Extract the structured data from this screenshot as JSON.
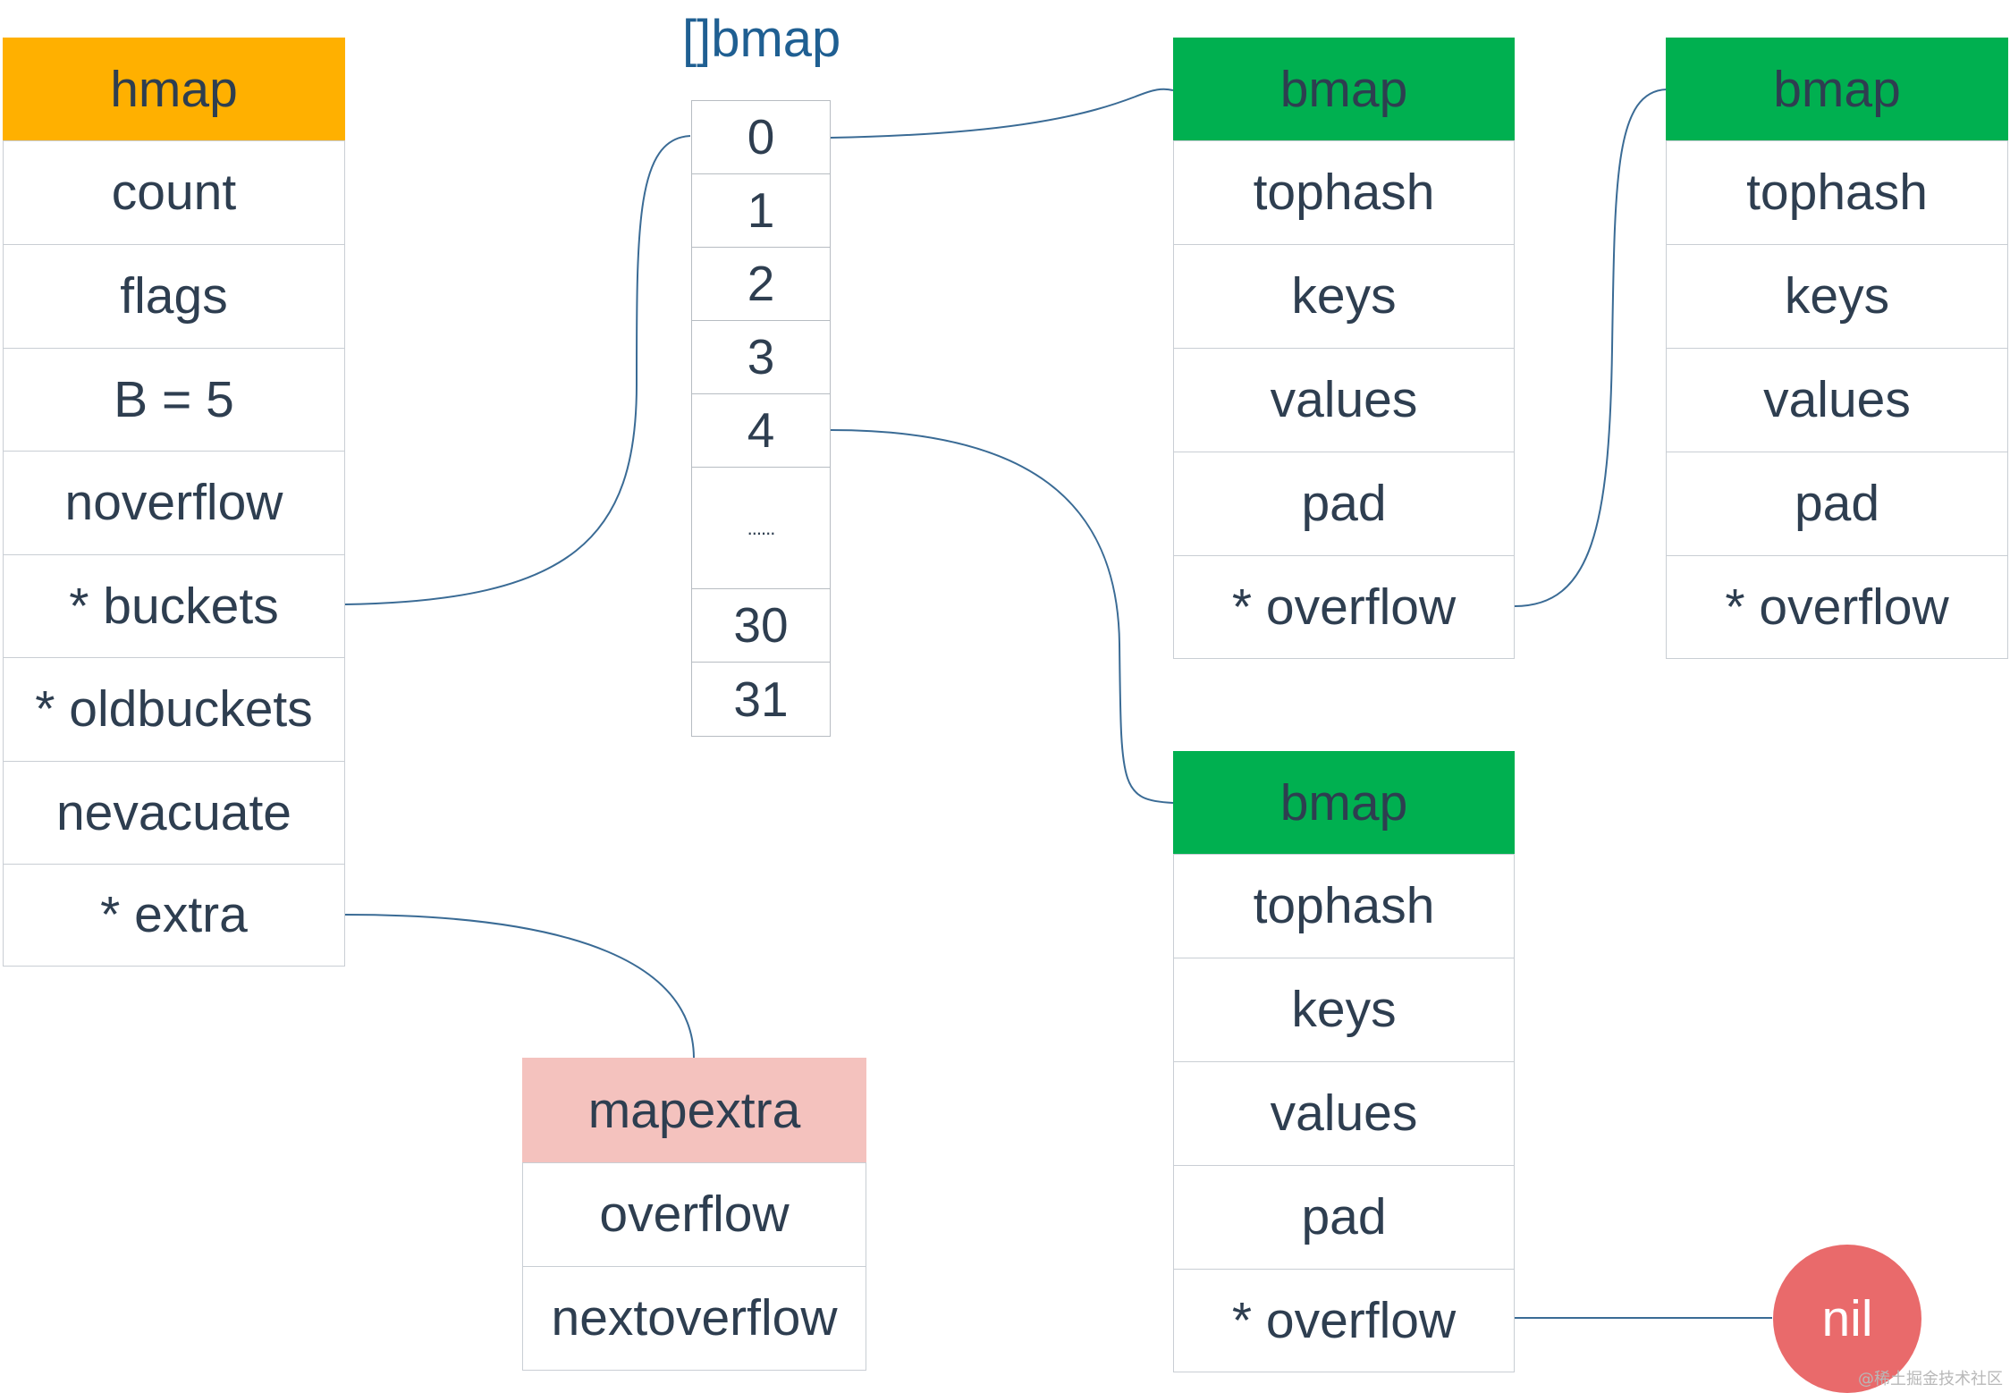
{
  "colors": {
    "hmap_header": "#FFB000",
    "bmap_header": "#00B050",
    "mapextra_header": "#F4C2BE",
    "nil_circle": "#E96A6B",
    "cell_text": "#2E3E50",
    "array_title": "#1F5F92",
    "arrow": "#3A6B95"
  },
  "hmap": {
    "title": "hmap",
    "fields": [
      "count",
      "flags",
      "B = 5",
      "noverflow",
      "* buckets",
      "* oldbuckets",
      "nevacuate",
      "* extra"
    ]
  },
  "bucket_array": {
    "title": "[]bmap",
    "slots": [
      "0",
      "1",
      "2",
      "3",
      "4",
      "......",
      "30",
      "31"
    ]
  },
  "bmap_top": {
    "title": "bmap",
    "fields": [
      "tophash",
      "keys",
      "values",
      "pad",
      "* overflow"
    ]
  },
  "bmap_overflow": {
    "title": "bmap",
    "fields": [
      "tophash",
      "keys",
      "values",
      "pad",
      "* overflow"
    ]
  },
  "bmap_bottom": {
    "title": "bmap",
    "fields": [
      "tophash",
      "keys",
      "values",
      "pad",
      "* overflow"
    ]
  },
  "mapextra": {
    "title": "mapextra",
    "fields": [
      "overflow",
      "nextoverflow"
    ]
  },
  "nil": {
    "label": "nil"
  },
  "watermark": "@稀土掘金技术社区",
  "edges": [
    {
      "from": "hmap.* buckets",
      "to": "[]bmap.0"
    },
    {
      "from": "[]bmap.0",
      "to": "bmap_top"
    },
    {
      "from": "bmap_top.* overflow",
      "to": "bmap_overflow"
    },
    {
      "from": "[]bmap.4",
      "to": "bmap_bottom"
    },
    {
      "from": "hmap.* extra",
      "to": "mapextra"
    },
    {
      "from": "bmap_bottom.* overflow",
      "to": "nil"
    }
  ]
}
